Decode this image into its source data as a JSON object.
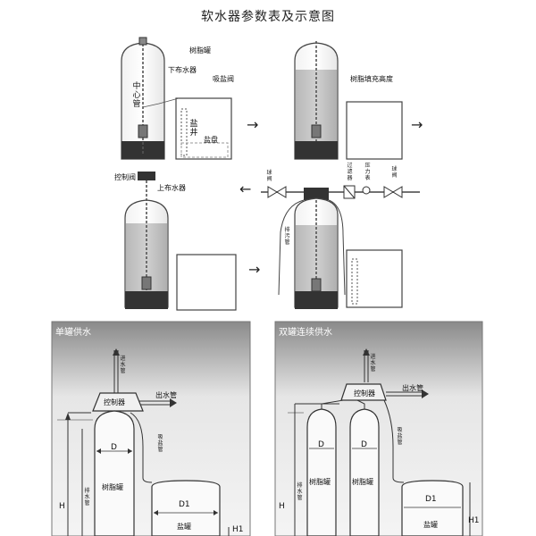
{
  "title": "软水器参数表及示意图",
  "top": {
    "step1": {
      "resin_tank": "树脂罐",
      "center_pipe": "中心管",
      "lower_distributor": "下布水器",
      "brine_valve": "吸盐阀",
      "salt_well": "盐井",
      "salt_tray": "盐盘"
    },
    "step2": {
      "resin_fill_height": "树脂填充高度"
    },
    "step3": {
      "controller": "控制阀",
      "upper_distributor": "上布水器"
    },
    "step4": {
      "ball_valve_left": "球阀",
      "filter": "过滤器",
      "pressure_gauge": "压力表",
      "ball_valve_right": "球阀",
      "drain_pipe": "排污管"
    }
  },
  "bottom": {
    "single": {
      "title": "单罐供水",
      "inlet": "进水管",
      "outlet": "出水管",
      "controller": "控制器",
      "brine_pipe": "吸盐管",
      "drain": "排水管",
      "diameter": "D",
      "resin_tank": "树脂罐",
      "tank_diameter": "D1",
      "salt_tank": "盐罐",
      "height": "H",
      "height1": "H1"
    },
    "double": {
      "title": "双罐连续供水",
      "inlet": "进水管",
      "outlet": "出水管",
      "controller": "控制器",
      "brine_pipe": "吸盐管",
      "drain": "排水管",
      "diameter_left": "D",
      "diameter_right": "D",
      "resin_tank_left": "树脂罐",
      "resin_tank_right": "树脂罐",
      "tank_diameter": "D1",
      "salt_tank": "盐罐",
      "height": "H",
      "height1": "H1"
    }
  }
}
